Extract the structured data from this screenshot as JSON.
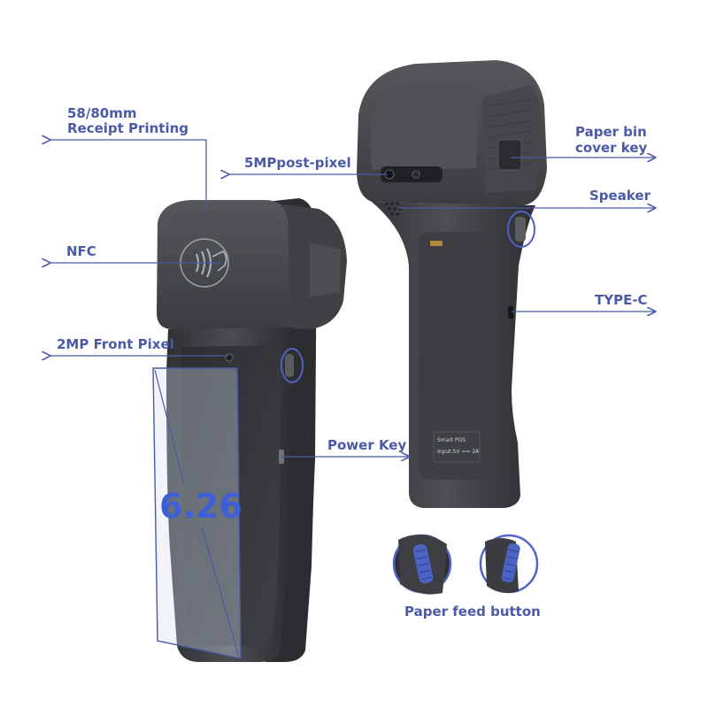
{
  "labels": {
    "receipt_printing_line1": "58/80mm",
    "receipt_printing_line2": "Receipt Printing",
    "camera_rear": "5MPpost-pixel",
    "nfc": "NFC",
    "camera_front": "2MP Front Pixel",
    "paper_bin_line1": "Paper bin",
    "paper_bin_line2": "cover key",
    "speaker": "Speaker",
    "type_c": "TYPE-C",
    "power_key": "Power Key",
    "paper_feed": "Paper feed button"
  },
  "screen_size": "6.26",
  "device_back_label": {
    "line1": "Smart  POS",
    "line2": "Input:5V == 2A"
  },
  "colors": {
    "annotation": "#4a5aa8",
    "screen_size_text": "#3f5fd6",
    "device_body": "#3b3d40"
  },
  "icons": [
    "contactless-nfc-icon"
  ]
}
